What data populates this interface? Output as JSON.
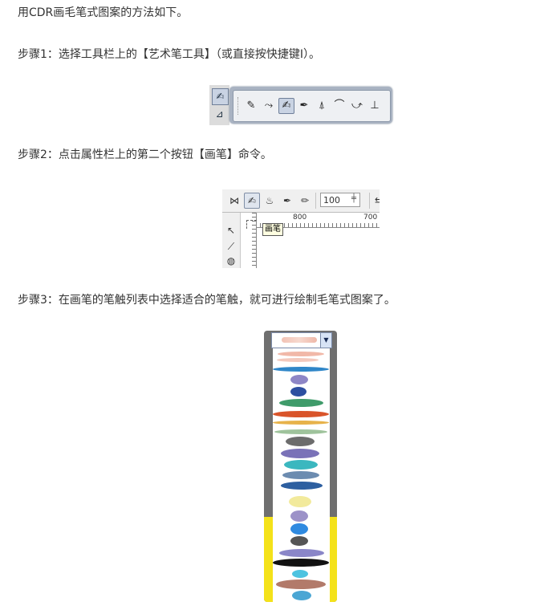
{
  "intro": "用CDR画毛笔式图案的方法如下。",
  "step1": "步骤1：选择工具栏上的【艺术笔工具】（或直接按快捷键I）。",
  "step2": "步骤2：点击属性栏上的第二个按钮【画笔】命令。",
  "step3": "步骤3：在画笔的笔触列表中选择适合的笔触，就可进行绘制毛笔式图案了。",
  "toolbar": {
    "tools": [
      {
        "icon": "freehand-icon",
        "glyph": "✎"
      },
      {
        "icon": "bezier-icon",
        "glyph": "⤳"
      },
      {
        "icon": "artistic-media-icon",
        "glyph": "✍",
        "active": true
      },
      {
        "icon": "pen-icon",
        "glyph": "✒"
      },
      {
        "icon": "polyline-icon",
        "glyph": "⍋"
      },
      {
        "icon": "three-point-curve-icon",
        "glyph": "⌒"
      },
      {
        "icon": "interactive-connector-icon",
        "glyph": "⤻"
      },
      {
        "icon": "dimension-icon",
        "glyph": "⊥"
      }
    ]
  },
  "property_bar": {
    "buttons": [
      {
        "icon": "preset-icon",
        "glyph": "⋈"
      },
      {
        "icon": "brush-icon",
        "glyph": "✍",
        "active": true
      },
      {
        "icon": "sprayer-icon",
        "glyph": "♨"
      },
      {
        "icon": "calligraphic-icon",
        "glyph": "✒"
      },
      {
        "icon": "pressure-icon",
        "glyph": "✏"
      }
    ],
    "width_value": "100",
    "ruler_labels": [
      "800",
      "700"
    ],
    "tooltip": "画笔"
  },
  "brush_list": {
    "colors": {
      "combo_border": "#7a8aa8",
      "yellow": "#f4e21a",
      "frame": "#6f6f6f"
    }
  }
}
